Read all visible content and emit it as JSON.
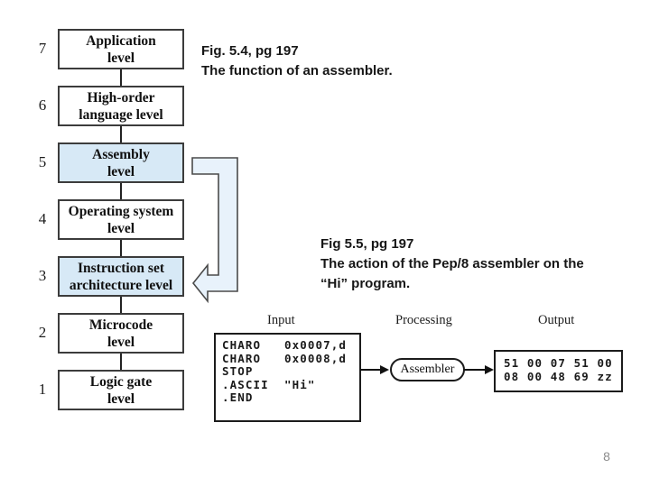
{
  "captions": {
    "fig54_line1": "Fig. 5.4, pg 197",
    "fig54_line2": "The function of an assembler.",
    "fig55_line1": "Fig 5.5, pg 197",
    "fig55_line2": "The action of the Pep/8 assembler on the",
    "fig55_line3": "“Hi” program."
  },
  "levels_diagram": {
    "highlight_color": "#d7e9f6",
    "arrow_fill": "#e8f2fb",
    "levels": [
      {
        "number": "7",
        "line1": "Application",
        "line2": "level"
      },
      {
        "number": "6",
        "line1": "High-order",
        "line2": "language level"
      },
      {
        "number": "5",
        "line1": "Assembly",
        "line2": "level"
      },
      {
        "number": "4",
        "line1": "Operating system",
        "line2": "level"
      },
      {
        "number": "3",
        "line1": "Instruction set",
        "line2": "architecture level"
      },
      {
        "number": "2",
        "line1": "Microcode",
        "line2": "level"
      },
      {
        "number": "1",
        "line1": "Logic gate",
        "line2": "level"
      }
    ]
  },
  "assembler_diagram": {
    "input_label": "Input",
    "processing_label": "Processing",
    "output_label": "Output",
    "assembler_label": "Assembler",
    "input_code": [
      "CHARO   0x0007,d",
      "CHARO   0x0008,d",
      "STOP",
      ".ASCII  \"Hi\"",
      ".END"
    ],
    "output_code": [
      "51 00 07 51 00",
      "08 00 48 69 zz"
    ]
  },
  "page_number": "8"
}
